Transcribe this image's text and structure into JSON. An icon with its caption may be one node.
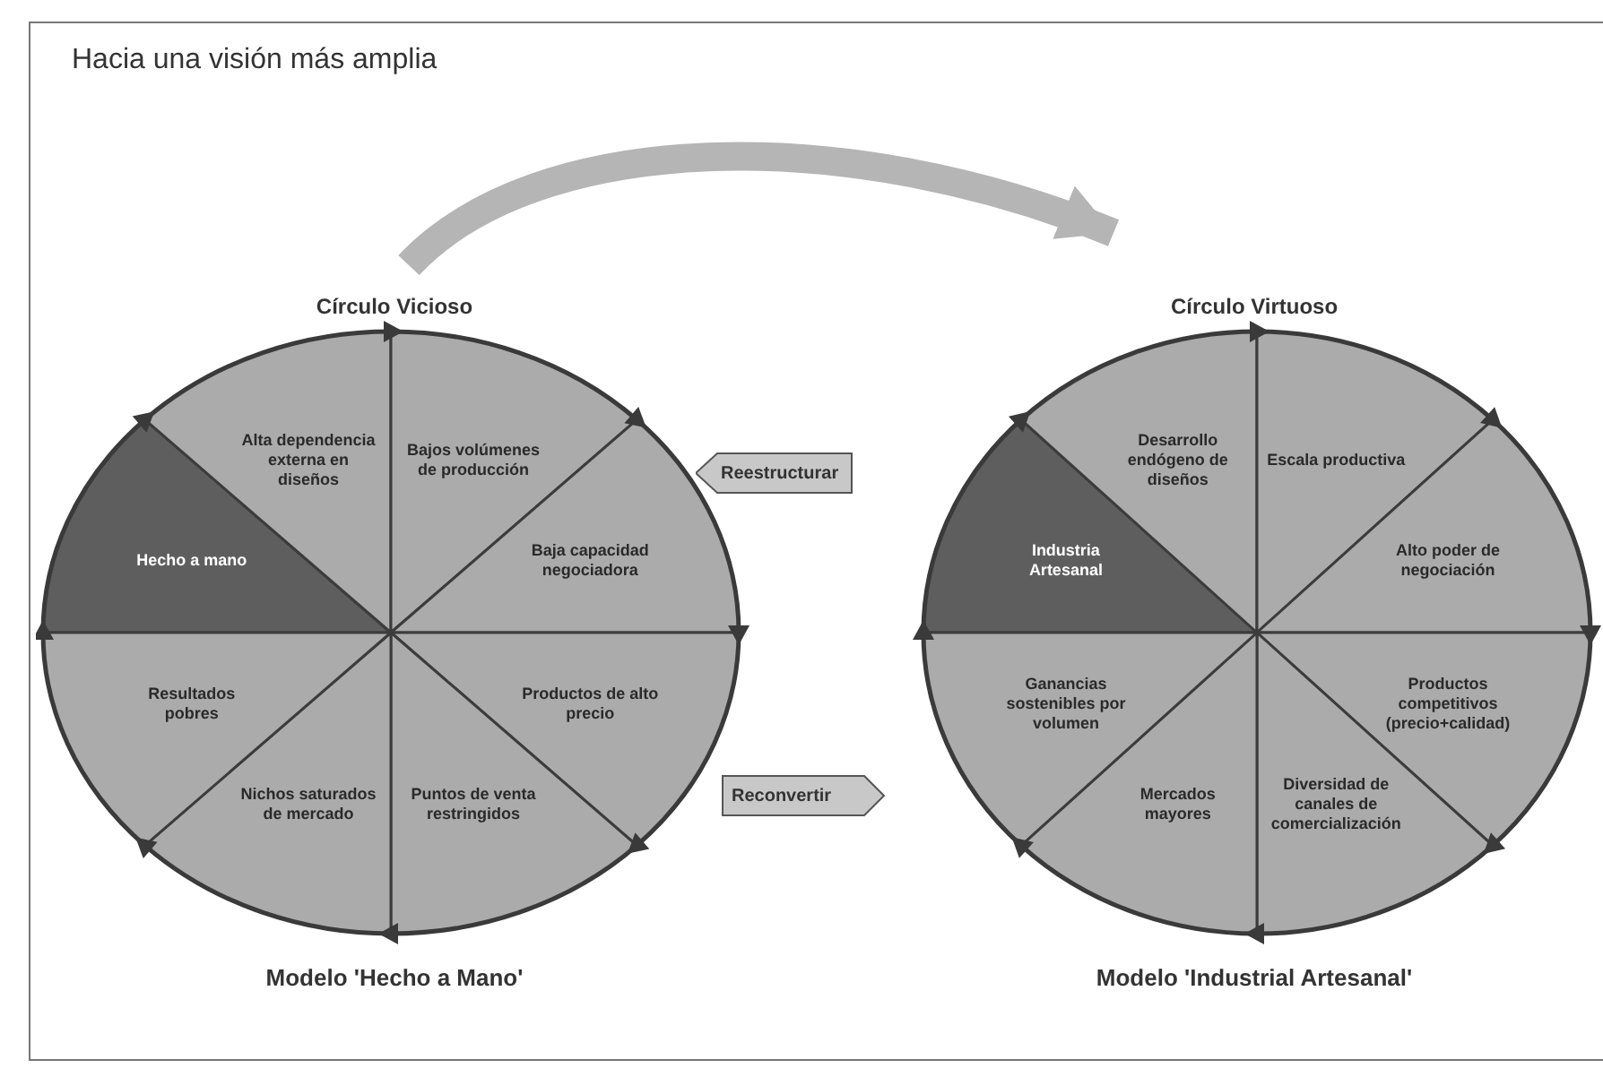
{
  "diagram": {
    "title": "Hacia una visión más amplia",
    "nodes": [
      {
        "text": [
          "Círculo Vicioso"
        ],
        "beside": [
          "Modelo 'Hecho a Mano'"
        ]
      },
      {
        "text": [
          "Hecho a mano"
        ],
        "in": 0
      },
      {
        "text": [
          "Alta dependencia externa en diseños"
        ],
        "in": 0
      },
      {
        "text": [
          "Bajos volúmenes de producción"
        ],
        "in": 0
      },
      {
        "text": [
          "Baja capacidad negociadora"
        ],
        "in": 0
      },
      {
        "text": [
          "Productos de alto precio"
        ],
        "in": 0
      },
      {
        "text": [
          "Puntos de venta restringidos"
        ],
        "in": 0
      },
      {
        "text": [
          "Nichos saturados de mercado"
        ],
        "in": 0
      },
      {
        "text": [
          "Resultados pobres"
        ],
        "in": 0
      },
      {
        "text": [
          "Círculo Virtuoso"
        ],
        "beside": [
          "Modelo 'Industrial Artesanal'"
        ]
      },
      {
        "text": [
          "Industria Artesanal"
        ],
        "in": 9
      },
      {
        "text": [
          "Desarrollo endógeno de diseños"
        ],
        "in": 9
      },
      {
        "text": [
          "Escala productiva"
        ],
        "in": 9
      },
      {
        "text": [
          "Alto poder de negociación"
        ],
        "in": 9
      },
      {
        "text": [
          "Productos competitivos (precio+calidad)"
        ],
        "in": 9
      },
      {
        "text": [
          "Diversidad de canales de comercialización"
        ],
        "in": 9
      },
      {
        "text": [
          "Mercados mayores"
        ],
        "in": 9
      },
      {
        "text": [
          "Ganancias sostenibles por volumen"
        ],
        "in": 9
      },
      {
        "text": [
          "Reestructurar"
        ]
      },
      {
        "text": [
          "Reconvertir"
        ]
      }
    ],
    "edges": [
      {
        "from": 0,
        "to": 9,
        "arrow": "to"
      }
    ]
  }
}
